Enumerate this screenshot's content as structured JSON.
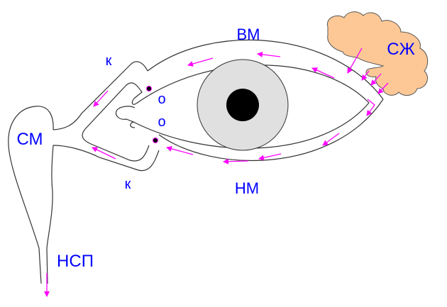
{
  "title": "Lacrimal apparatus diagram",
  "labels": {
    "upper_lid": "ВМ",
    "lower_lid": "НМ",
    "lacrimal_gland": "СЖ",
    "canaliculus_upper": "к",
    "canaliculus_lower": "к",
    "punctum_upper": "о",
    "punctum_lower": "о",
    "lacrimal_sac": "СМ",
    "nasolacrimal_duct": "НСП"
  },
  "colors": {
    "label": "#0000ff",
    "flow_arrow": "#ff00ff",
    "gland": "#fdc896",
    "iris": "#e0e0e0",
    "pupil": "#000000"
  }
}
